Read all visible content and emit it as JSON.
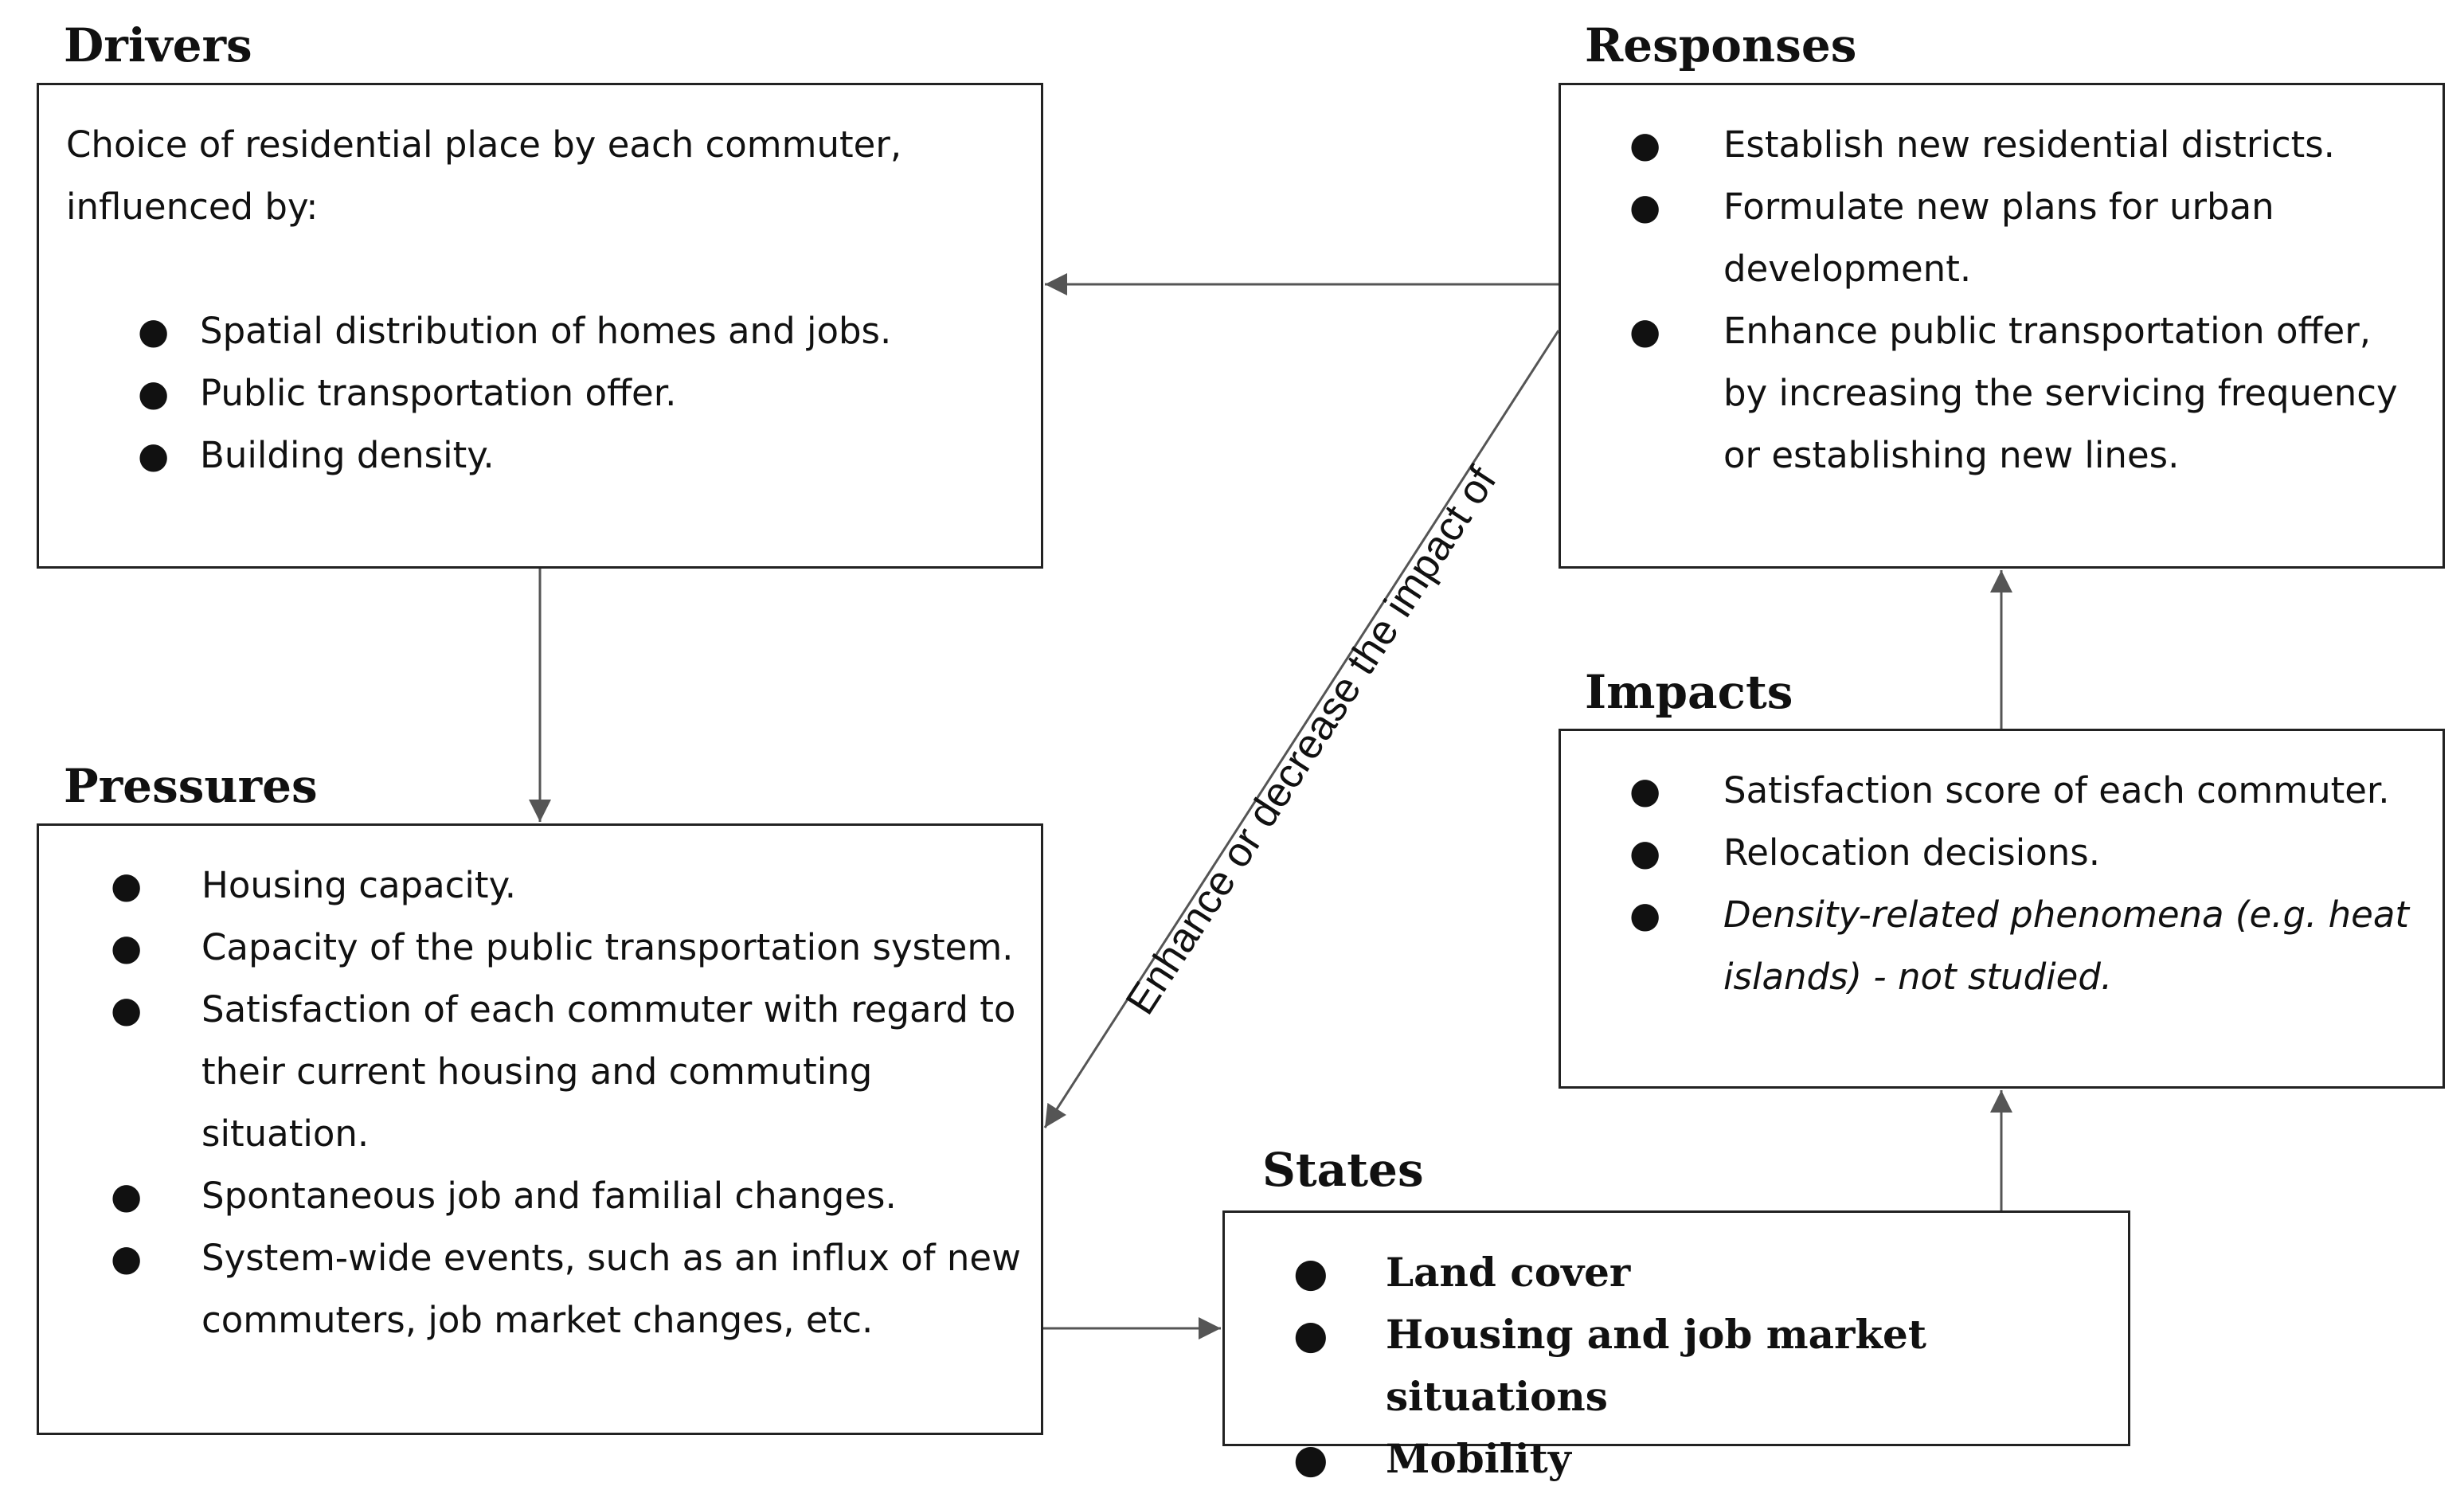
{
  "drivers": {
    "heading": "Drivers",
    "intro": "Choice of residential place by each commuter, influenced by:",
    "items": [
      "Spatial distribution of homes and jobs.",
      "Public transportation offer.",
      "Building density."
    ]
  },
  "responses": {
    "heading": "Responses",
    "items": [
      "Establish new residential districts.",
      "Formulate new plans for urban development.",
      "Enhance public transportation offer, by increasing the servicing frequency or establishing new lines."
    ]
  },
  "pressures": {
    "heading": "Pressures",
    "items": [
      "Housing capacity.",
      "Capacity of the public transportation system.",
      "Satisfaction of each commuter with regard to their current housing and commuting situation.",
      "Spontaneous job and familial changes.",
      "System-wide events, such as an influx of new commuters, job market changes, etc."
    ]
  },
  "impacts": {
    "heading": "Impacts",
    "items": [
      "Satisfaction score of each commuter.",
      "Relocation decisions.",
      "Density-related phenomena (e.g. heat islands) - not studied."
    ]
  },
  "states": {
    "heading": "States",
    "items": [
      "Land cover",
      "Housing and job market situations",
      "Mobility"
    ]
  },
  "edge_label": "Enhance or decrease the impact of",
  "bullet_glyph": "●",
  "colors": {
    "line": "#555555",
    "border": "#222222",
    "text": "#111111"
  }
}
